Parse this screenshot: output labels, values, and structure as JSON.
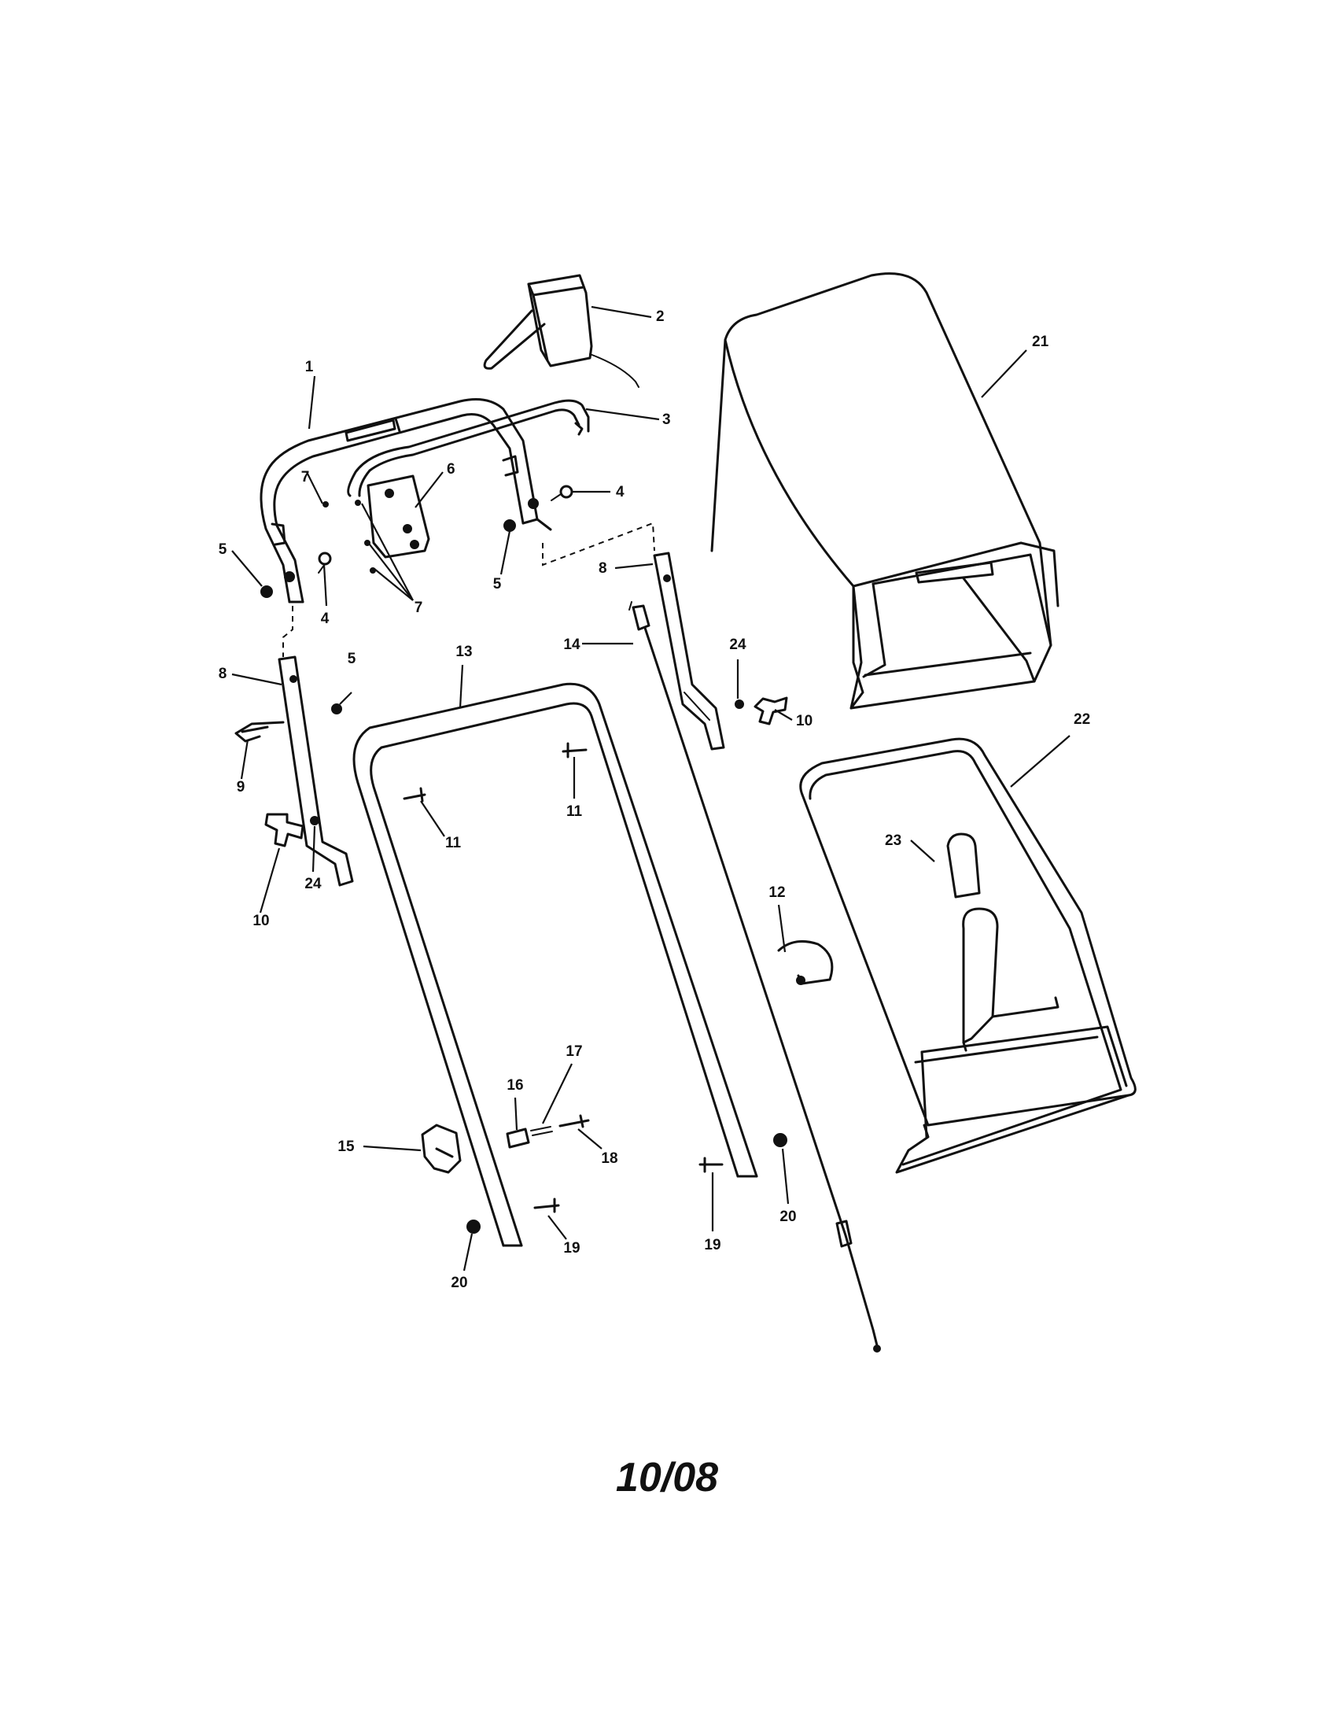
{
  "callouts": {
    "c1": "1",
    "c2": "2",
    "c3": "3",
    "c4a": "4",
    "c4b": "4",
    "c5a": "5",
    "c5b": "5",
    "c5c": "5",
    "c6": "6",
    "c7a": "7",
    "c7b": "7",
    "c8a": "8",
    "c8b": "8",
    "c9": "9",
    "c10a": "10",
    "c10b": "10",
    "c11a": "11",
    "c11b": "11",
    "c12": "12",
    "c13": "13",
    "c14": "14",
    "c15": "15",
    "c16": "16",
    "c17": "17",
    "c18": "18",
    "c19a": "19",
    "c19b": "19",
    "c20a": "20",
    "c20b": "20",
    "c21": "21",
    "c22": "22",
    "c23": "23",
    "c24a": "24",
    "c24b": "24"
  },
  "footer": {
    "date_code": "10/08"
  }
}
